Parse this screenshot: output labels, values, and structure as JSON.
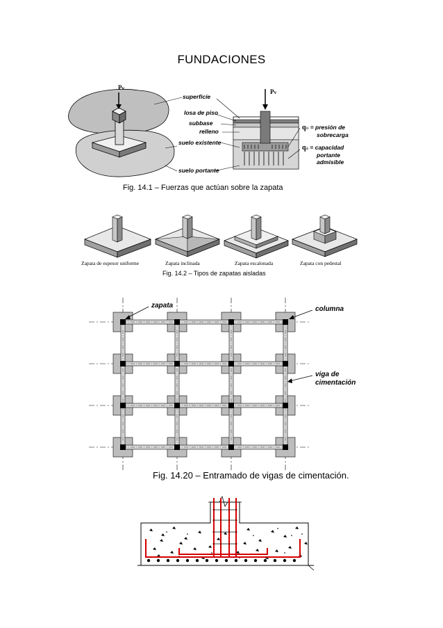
{
  "title": "FUNDACIONES",
  "fig1": {
    "caption": "Fig. 14.1 – Fuerzas que actúan sobre la zapata",
    "pv": "P",
    "pv_sub": "v",
    "labels": {
      "superficie": "superficie",
      "losa": "losa de piso",
      "subbase": "subbase",
      "relleno": "relleno",
      "suelo_existente": "suelo existente",
      "suelo_portante": "suelo portante"
    },
    "q0_symbol": "q",
    "q0_sub": "o",
    "q0_text_1": "= presión de",
    "q0_text_2": "sobrecarga",
    "qa_symbol": "q",
    "qa_sub": "a",
    "qa_text_1": "= capacidad",
    "qa_text_2": "portante",
    "qa_text_3": "admisible"
  },
  "fig2": {
    "caption": "Fig. 14.2 – Tipos de zapatas aisladas",
    "types": [
      "Zapata de espesor uniforme",
      "Zapata inclinada",
      "Zapata escalonada",
      "Zapata con pedestal"
    ]
  },
  "fig3": {
    "caption": "Fig. 14.20 – Entramado de vigas de cimentación.",
    "zapata": "zapata",
    "columna": "columna",
    "viga_1": "viga de",
    "viga_2": "cimentación"
  }
}
